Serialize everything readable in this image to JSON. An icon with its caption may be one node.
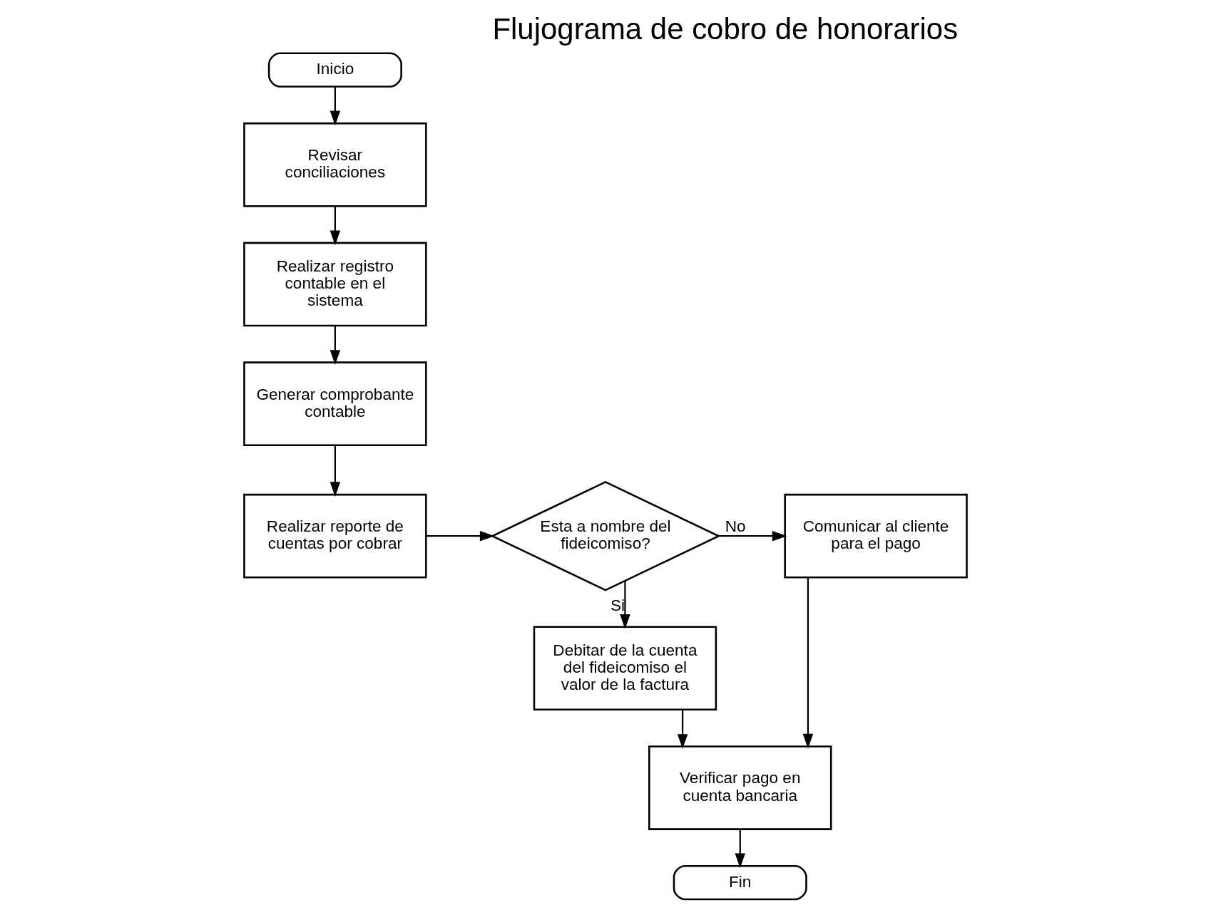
{
  "diagram": {
    "title": "Flujograma de cobro de honorarios",
    "nodes": [
      {
        "text": [
          "Inicio"
        ]
      },
      {
        "text": [
          "Revisar conciliaciones"
        ]
      },
      {
        "text": [
          "Realizar registro contable en el sistema"
        ]
      },
      {
        "text": [
          "Generar comprobante contable"
        ]
      },
      {
        "text": [
          "Realizar reporte de cuentas por cobrar"
        ]
      },
      {
        "text": [
          "Esta a nombre del fideicomiso?"
        ]
      },
      {
        "text": [
          "Comunicar al cliente para el pago"
        ]
      },
      {
        "text": [
          "Debitar de la cuenta del fideicomiso el valor de la factura"
        ]
      },
      {
        "text": [
          "Verificar pago en cuenta bancaria"
        ]
      },
      {
        "text": [
          "Fin"
        ]
      }
    ],
    "edges": [
      {
        "from": 0,
        "to": 1,
        "arrow": "to"
      },
      {
        "from": 1,
        "to": 2,
        "arrow": "to"
      },
      {
        "from": 2,
        "to": 3,
        "arrow": "to"
      },
      {
        "from": 3,
        "to": 4,
        "arrow": "to"
      },
      {
        "from": 4,
        "to": 5,
        "arrow": "to"
      },
      {
        "from": 5,
        "to": 6,
        "label": "No",
        "arrow": "to"
      },
      {
        "from": 5,
        "to": 7,
        "label": "Si",
        "arrow": "to"
      },
      {
        "from": 7,
        "to": 8,
        "arrow": "to"
      },
      {
        "from": 6,
        "to": 8,
        "arrow": "to"
      },
      {
        "from": 8,
        "to": 9,
        "arrow": "to"
      }
    ]
  }
}
